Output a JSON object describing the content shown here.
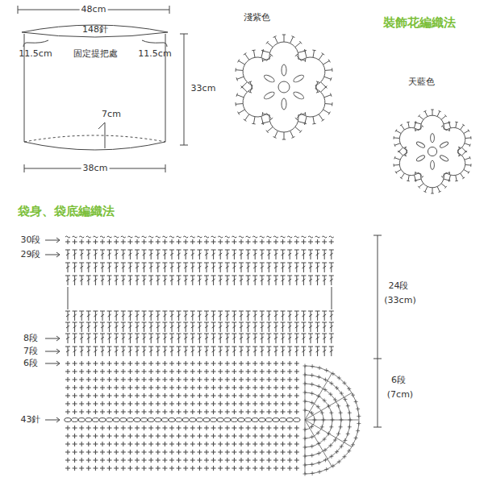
{
  "diagram": {
    "labels": [
      "48cm",
      "148針",
      "11.5cm",
      "固定提把處",
      "11.5cm",
      "33cm",
      "7cm",
      "38cm",
      "淺紫色",
      "裝飾花編織法",
      "天藍色",
      "袋身、袋底編織法",
      "30段",
      "29段",
      "8段",
      "7段",
      "6段",
      "43針",
      "24段",
      "(33cm)",
      "6段",
      "(7cm)"
    ]
  }
}
